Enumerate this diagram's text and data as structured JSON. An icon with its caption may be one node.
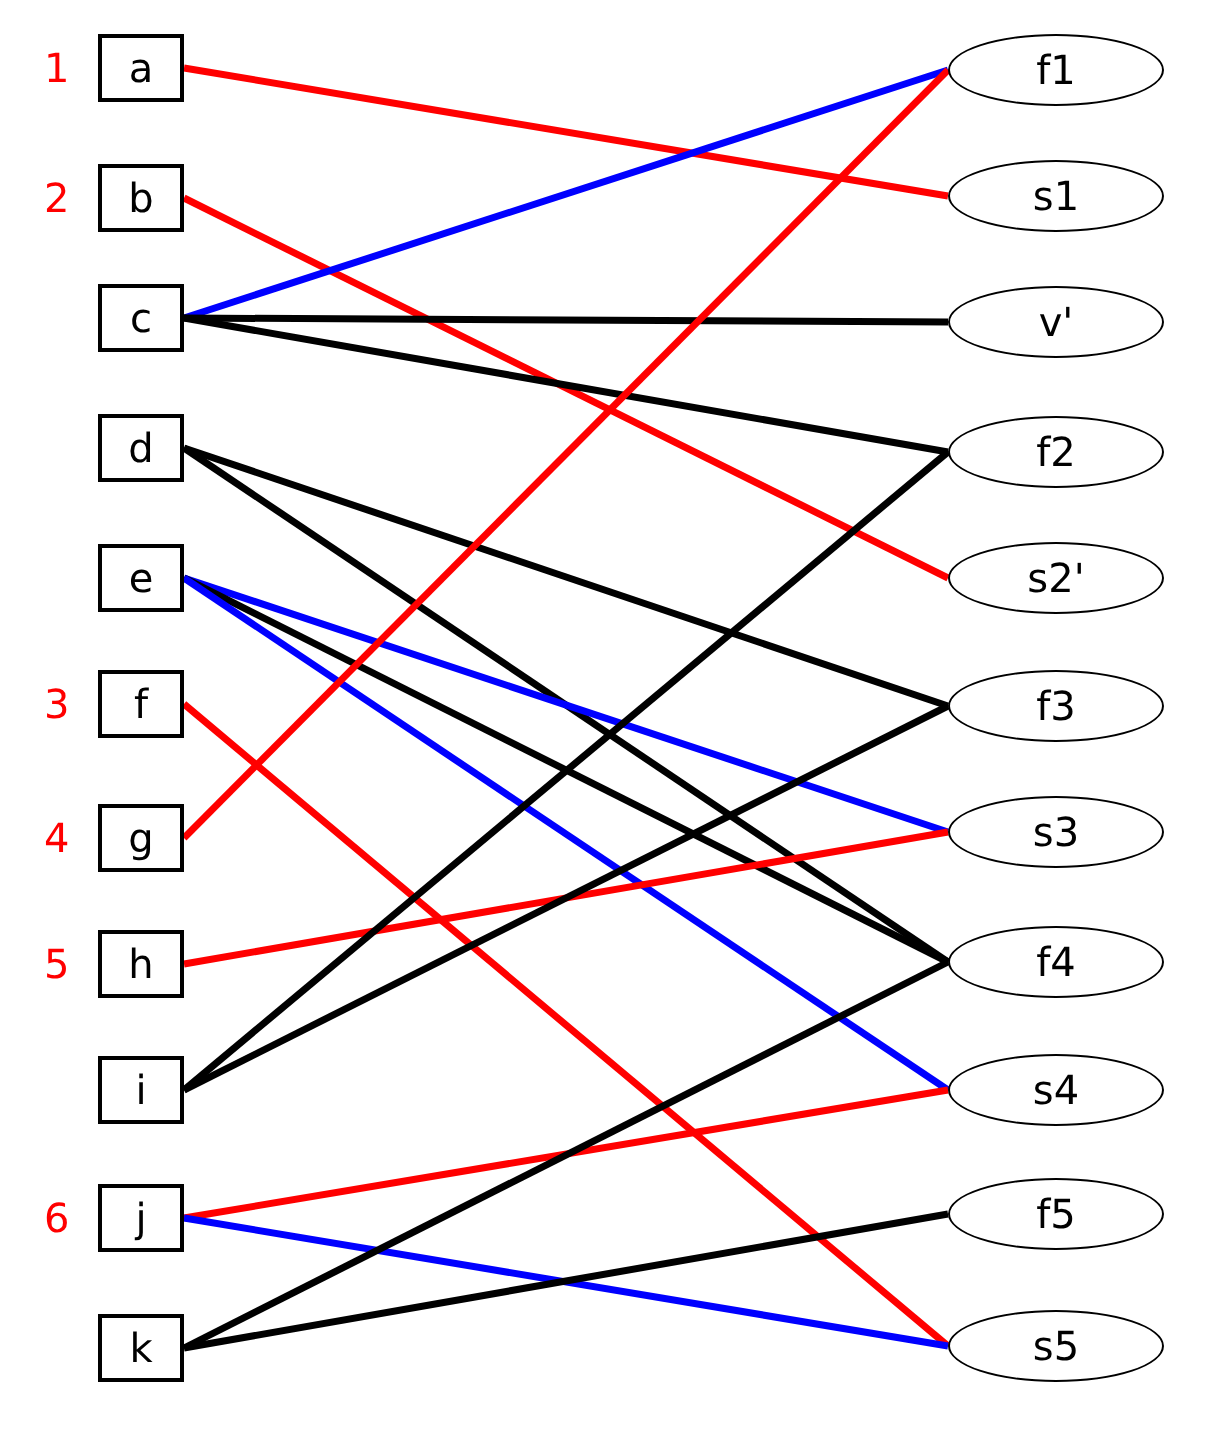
{
  "diagram": {
    "nodes": [
      {
        "text": [
          "a"
        ],
        "beside": [
          "1"
        ]
      },
      {
        "text": [
          "b"
        ],
        "beside": [
          "2"
        ]
      },
      {
        "text": [
          "c"
        ]
      },
      {
        "text": [
          "d"
        ]
      },
      {
        "text": [
          "e"
        ]
      },
      {
        "text": [
          "f"
        ],
        "beside": [
          "3"
        ]
      },
      {
        "text": [
          "g"
        ],
        "beside": [
          "4"
        ]
      },
      {
        "text": [
          "h"
        ],
        "beside": [
          "5"
        ]
      },
      {
        "text": [
          "i"
        ]
      },
      {
        "text": [
          "j"
        ],
        "beside": [
          "6"
        ]
      },
      {
        "text": [
          "k"
        ]
      },
      {
        "text": [
          "f1"
        ]
      },
      {
        "text": [
          "s1"
        ]
      },
      {
        "text": [
          "v'"
        ]
      },
      {
        "text": [
          "f2"
        ]
      },
      {
        "text": [
          "s2'"
        ]
      },
      {
        "text": [
          "f3"
        ]
      },
      {
        "text": [
          "s3"
        ]
      },
      {
        "text": [
          "f4"
        ]
      },
      {
        "text": [
          "s4"
        ]
      },
      {
        "text": [
          "f5"
        ]
      },
      {
        "text": [
          "s5"
        ]
      }
    ],
    "edges": [
      {
        "from": 0,
        "to": 12,
        "arrow": "none",
        "color": "#ff0000"
      },
      {
        "from": 1,
        "to": 15,
        "arrow": "none",
        "color": "#ff0000"
      },
      {
        "from": 2,
        "to": 11,
        "arrow": "none",
        "color": "#0000ff"
      },
      {
        "from": 2,
        "to": 13,
        "arrow": "none"
      },
      {
        "from": 2,
        "to": 14,
        "arrow": "none"
      },
      {
        "from": 3,
        "to": 16,
        "arrow": "none"
      },
      {
        "from": 3,
        "to": 18,
        "arrow": "none"
      },
      {
        "from": 4,
        "to": 17,
        "arrow": "none",
        "color": "#0000ff"
      },
      {
        "from": 4,
        "to": 18,
        "arrow": "none"
      },
      {
        "from": 4,
        "to": 19,
        "arrow": "none",
        "color": "#0000ff"
      },
      {
        "from": 5,
        "to": 21,
        "arrow": "none",
        "color": "#ff0000"
      },
      {
        "from": 6,
        "to": 11,
        "arrow": "none",
        "color": "#ff0000"
      },
      {
        "from": 7,
        "to": 17,
        "arrow": "none",
        "color": "#ff0000"
      },
      {
        "from": 8,
        "to": 14,
        "arrow": "none"
      },
      {
        "from": 8,
        "to": 16,
        "arrow": "none"
      },
      {
        "from": 9,
        "to": 19,
        "arrow": "none",
        "color": "#ff0000"
      },
      {
        "from": 9,
        "to": 21,
        "arrow": "none",
        "color": "#0000ff"
      },
      {
        "from": 10,
        "to": 18,
        "arrow": "none"
      },
      {
        "from": 10,
        "to": 20,
        "arrow": "none"
      }
    ]
  }
}
